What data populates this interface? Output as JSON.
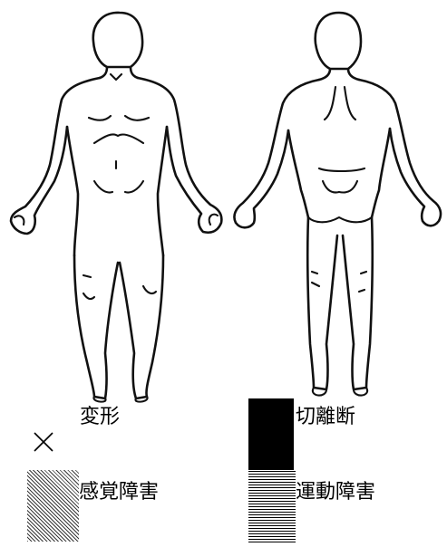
{
  "figures": {
    "front_view": "front-body-outline",
    "back_view": "back-body-outline"
  },
  "legend": {
    "deformity": {
      "label": "変形",
      "symbol": "×"
    },
    "amputation": {
      "label": "切離断",
      "fill": "#000000"
    },
    "sensory_disorder": {
      "label": "感覚障害",
      "pattern": "diagonal-hatch"
    },
    "motor_disorder": {
      "label": "運動障害",
      "pattern": "horizontal-lines"
    }
  }
}
